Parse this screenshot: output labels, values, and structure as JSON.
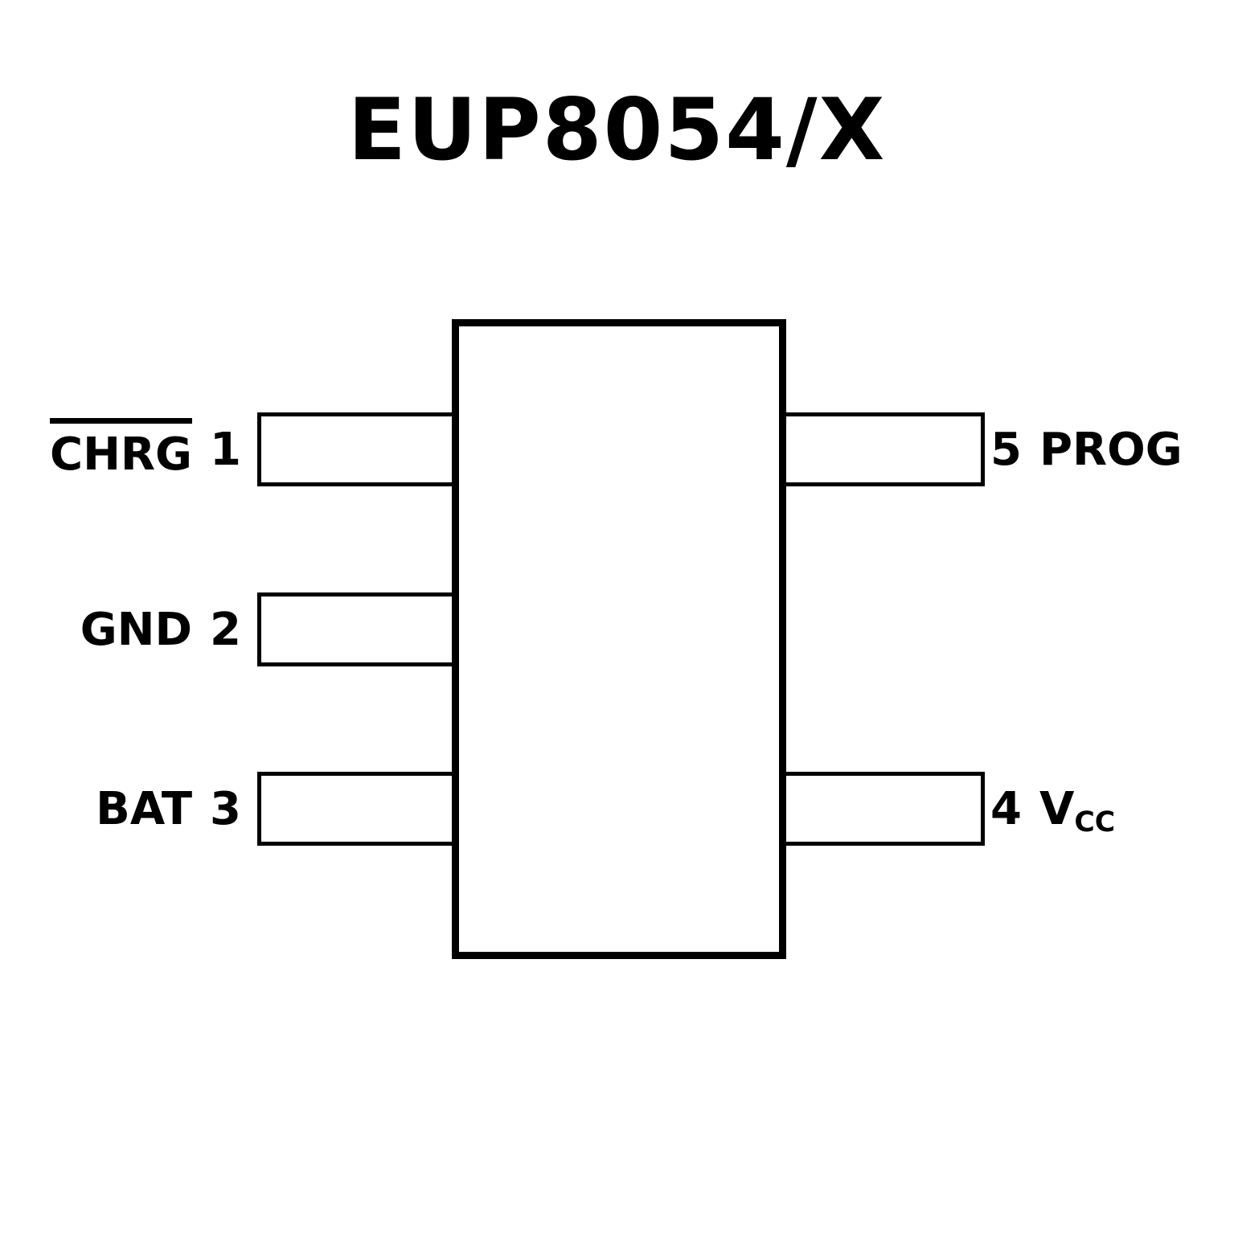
{
  "title": "EUP8054/X",
  "chip": {
    "name": "EUP8054/X",
    "package_pins_total": 5,
    "left_pins": [
      {
        "label": "CHRG",
        "number": "1",
        "overline": true
      },
      {
        "label": "GND",
        "number": "2",
        "overline": false
      },
      {
        "label": "BAT",
        "number": "3",
        "overline": false
      }
    ],
    "right_pins": [
      {
        "number": "5",
        "label": "PROG",
        "subscript": ""
      },
      {
        "number": "4",
        "label": "V",
        "subscript": "CC"
      }
    ],
    "colors": {
      "line": "#000000",
      "background": "#ffffff"
    }
  }
}
